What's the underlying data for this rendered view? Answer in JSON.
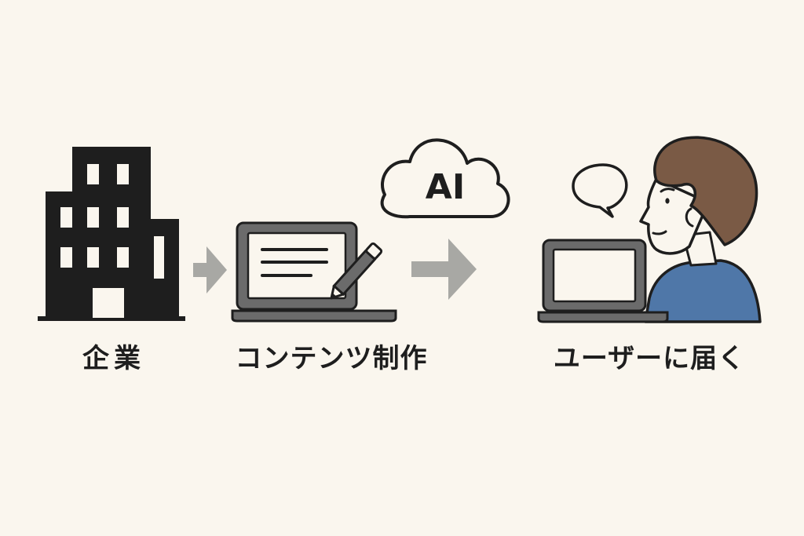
{
  "steps": {
    "company": {
      "label": "企業",
      "icon": "office-building-icon"
    },
    "content": {
      "label": "コンテンツ制作",
      "icon": "laptop-with-pencil-icon"
    },
    "user": {
      "label": "ユーザーに届く",
      "icon": "person-at-laptop-icon"
    }
  },
  "ai_cloud": {
    "text": "AI",
    "icon": "cloud-icon"
  },
  "colors": {
    "background": "#faf6ee",
    "ink": "#1e1e1e",
    "arrow": "#a8a8a4",
    "laptop_body": "#6b6b6b",
    "hair": "#7a5a45",
    "shirt": "#4f77a8",
    "skin": "#faf6ee"
  }
}
